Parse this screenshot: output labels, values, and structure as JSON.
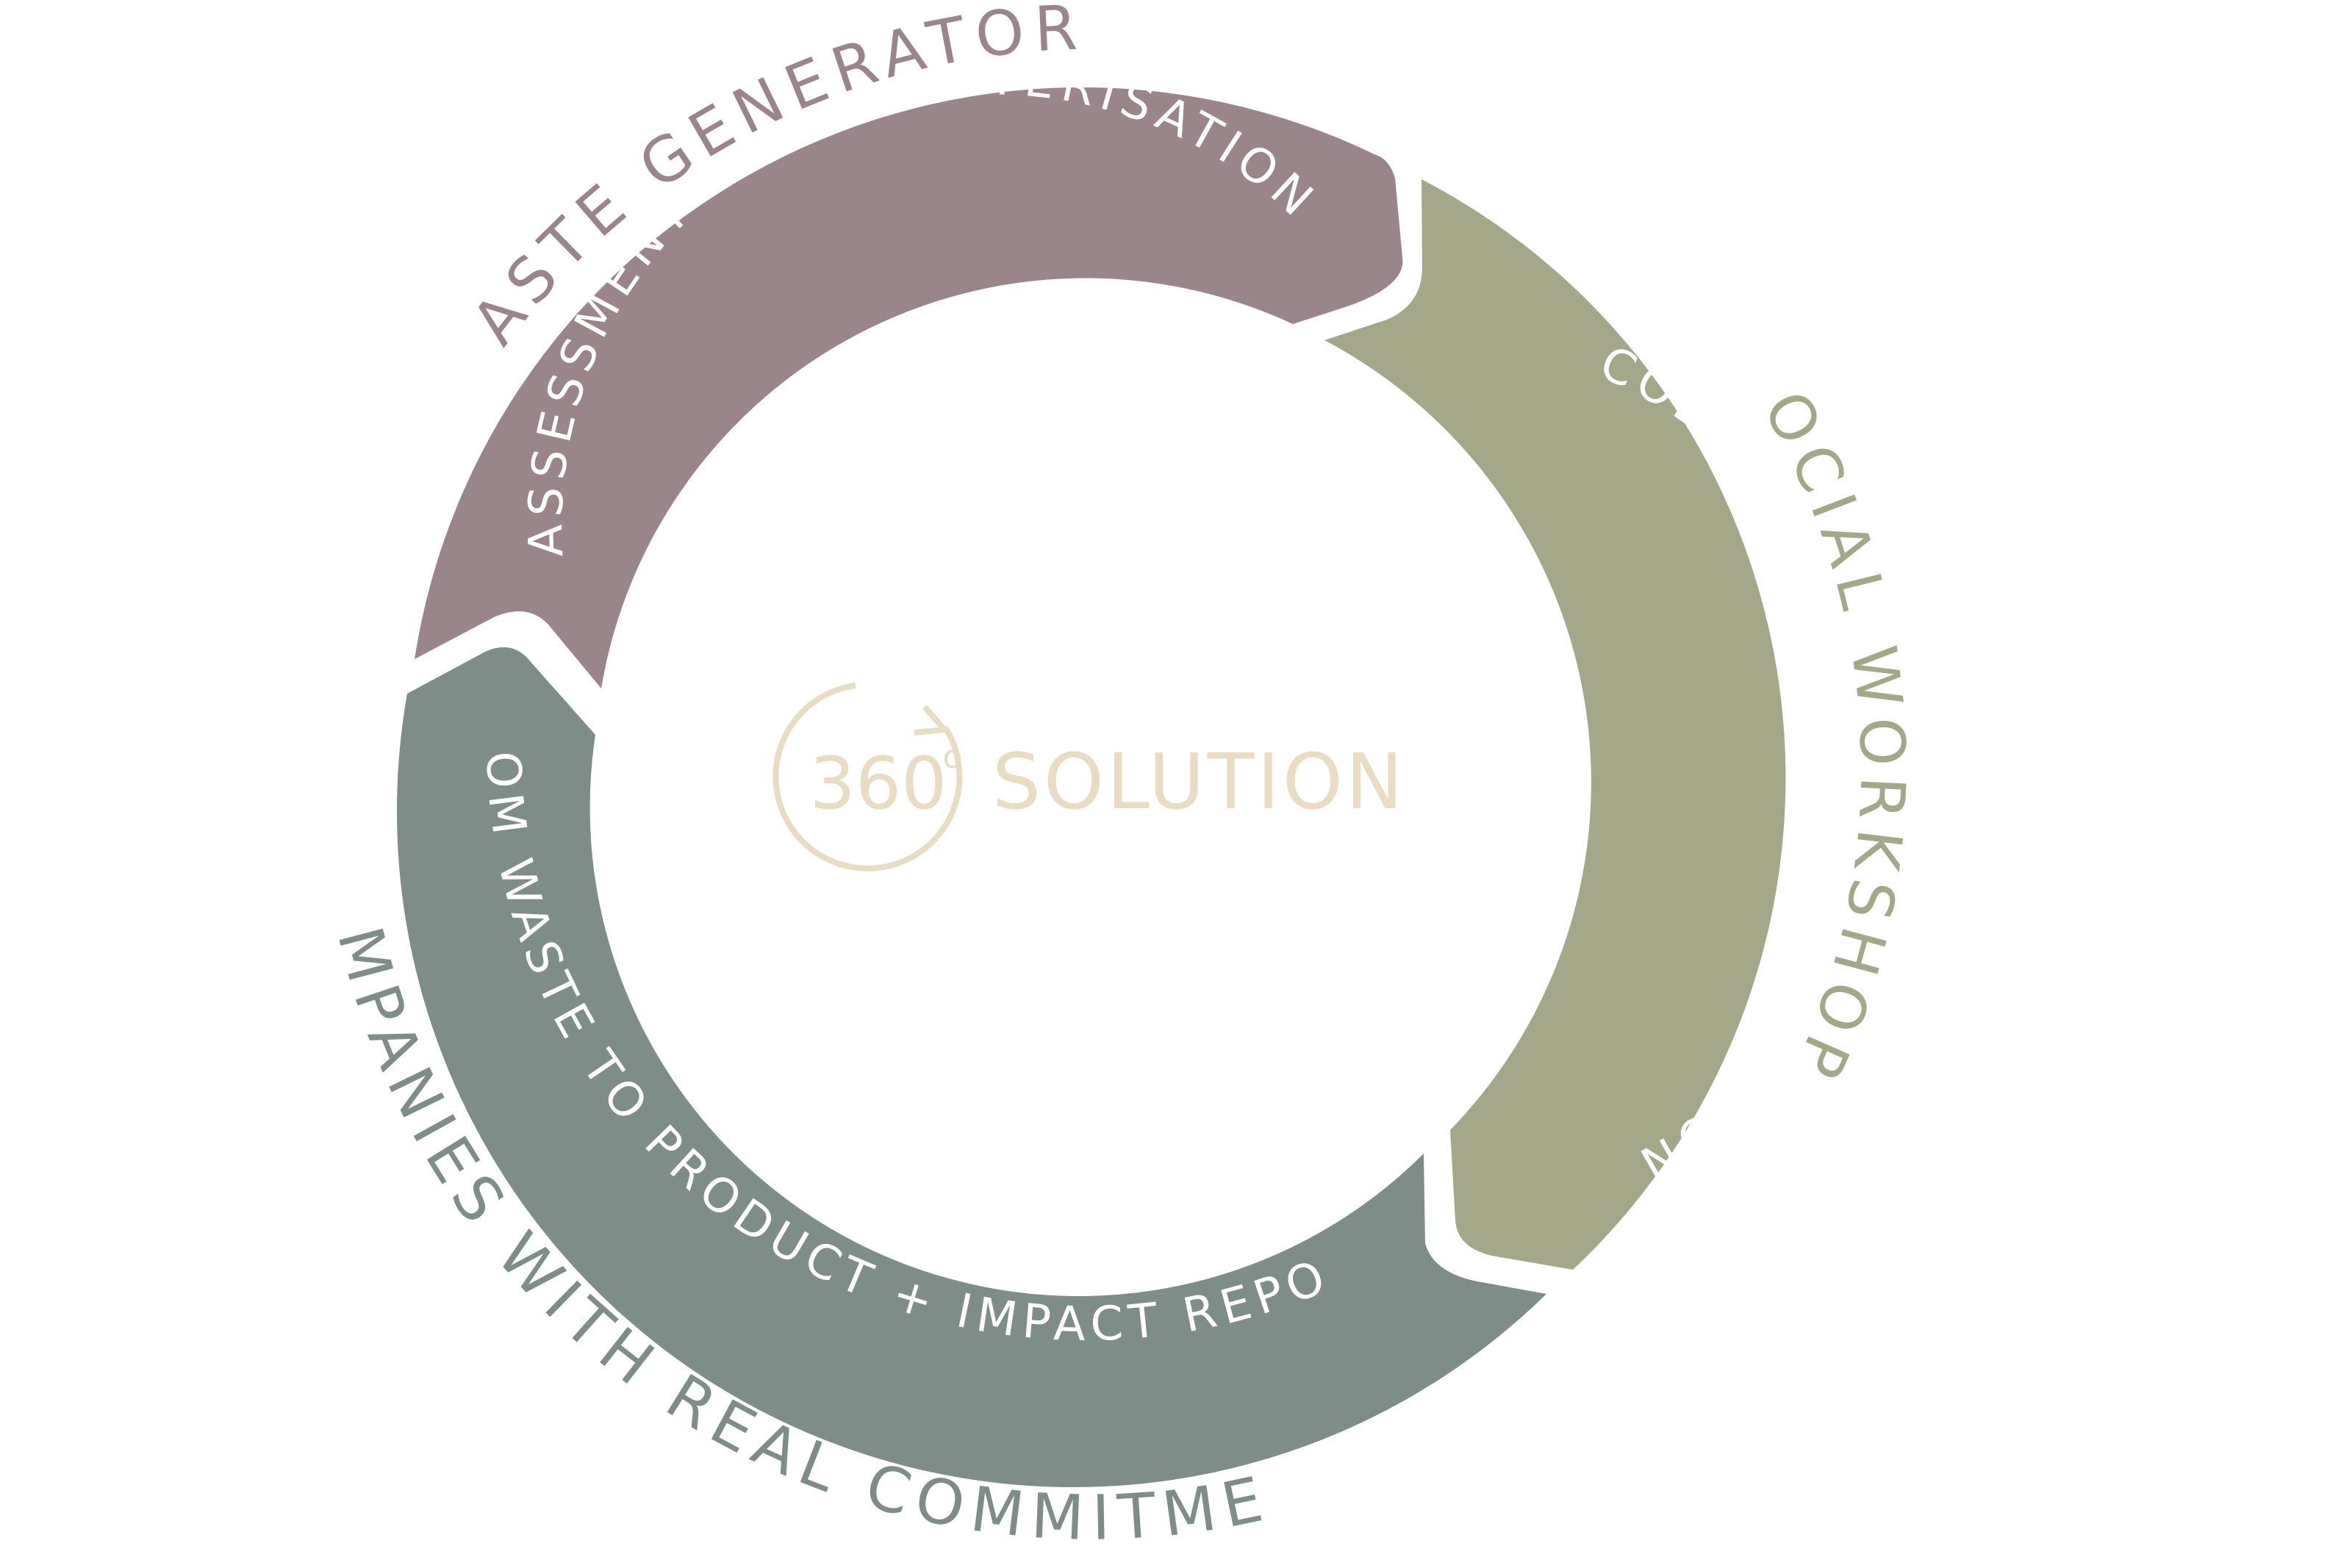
{
  "diagram": {
    "center": {
      "number": "360",
      "degree": "o",
      "label": "SOLUTION",
      "color": "#e8dcc2"
    },
    "stages": [
      {
        "id": "assessment",
        "band_label": "ASSESSMENT & CHARACTERISATION",
        "actor_label": "WASTE GENERATORS",
        "color": "#9a858b"
      },
      {
        "id": "collection",
        "band_label": "COLLECTION & TRANSFORMATION",
        "actor_label": "SOCIAL WORKSHOPS",
        "color": "#a5a888"
      },
      {
        "id": "product",
        "band_label": "FROM WASTE TO PRODUCT + IMPACT REPORT",
        "actor_label": "COMPANIES WITH REAL COMMITMENT",
        "color": "#7f8d88"
      }
    ]
  }
}
